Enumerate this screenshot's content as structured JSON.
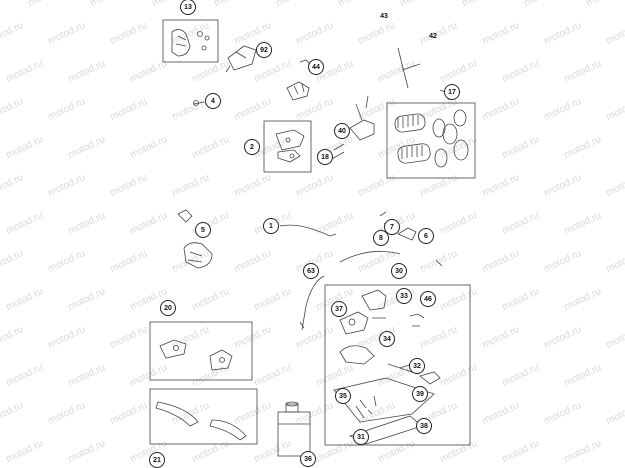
{
  "watermark": "motod.ru",
  "callouts": [
    "13",
    "43",
    "42",
    "92",
    "44",
    "4",
    "17",
    "40",
    "2",
    "18",
    "1",
    "7",
    "5",
    "8",
    "6",
    "63",
    "30",
    "33",
    "46",
    "37",
    "20",
    "34",
    "32",
    "39",
    "35",
    "38",
    "31",
    "21",
    "36"
  ]
}
